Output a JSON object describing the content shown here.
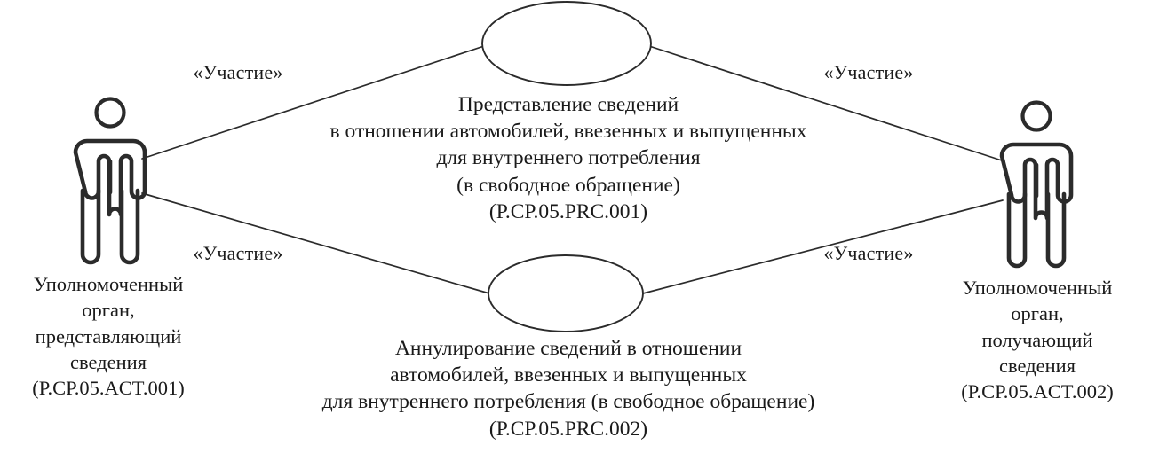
{
  "diagram": {
    "type": "uml-use-case-diagram",
    "language": "ru",
    "background_color": "#ffffff",
    "line_color": "#2b2b2b",
    "text_color": "#1a1a1a"
  },
  "actors": {
    "left": {
      "icon": "actor-person-icon",
      "lines": [
        "Уполномоченный",
        "орган,",
        "представляющий",
        "сведения",
        "(Р.СР.05.ACT.001)"
      ],
      "code": "Р.СР.05.ACT.001"
    },
    "right": {
      "icon": "actor-person-icon",
      "lines": [
        "Уполномоченный",
        "орган,",
        "получающий",
        "сведения",
        "(Р.СР.05.ACT.002)"
      ],
      "code": "Р.СР.05.ACT.002"
    }
  },
  "use_cases": {
    "top": {
      "lines": [
        "Представление сведений",
        "в отношении автомобилей, ввезенных и выпущенных",
        "для внутреннего потребления",
        "(в свободное обращение)",
        "(Р.СР.05.PRC.001)"
      ],
      "code": "Р.СР.05.PRC.001"
    },
    "bottom": {
      "lines": [
        "Аннулирование сведений в отношении",
        "автомобилей, ввезенных и выпущенных",
        "для внутреннего потребления (в свободное обращение)",
        "(Р.СР.05.PRC.002)"
      ],
      "code": "Р.СР.05.PRC.002"
    }
  },
  "associations": [
    {
      "id": "top-left",
      "label": "«Участие»"
    },
    {
      "id": "top-right",
      "label": "«Участие»"
    },
    {
      "id": "bottom-left",
      "label": "«Участие»"
    },
    {
      "id": "bottom-right",
      "label": "«Участие»"
    }
  ]
}
